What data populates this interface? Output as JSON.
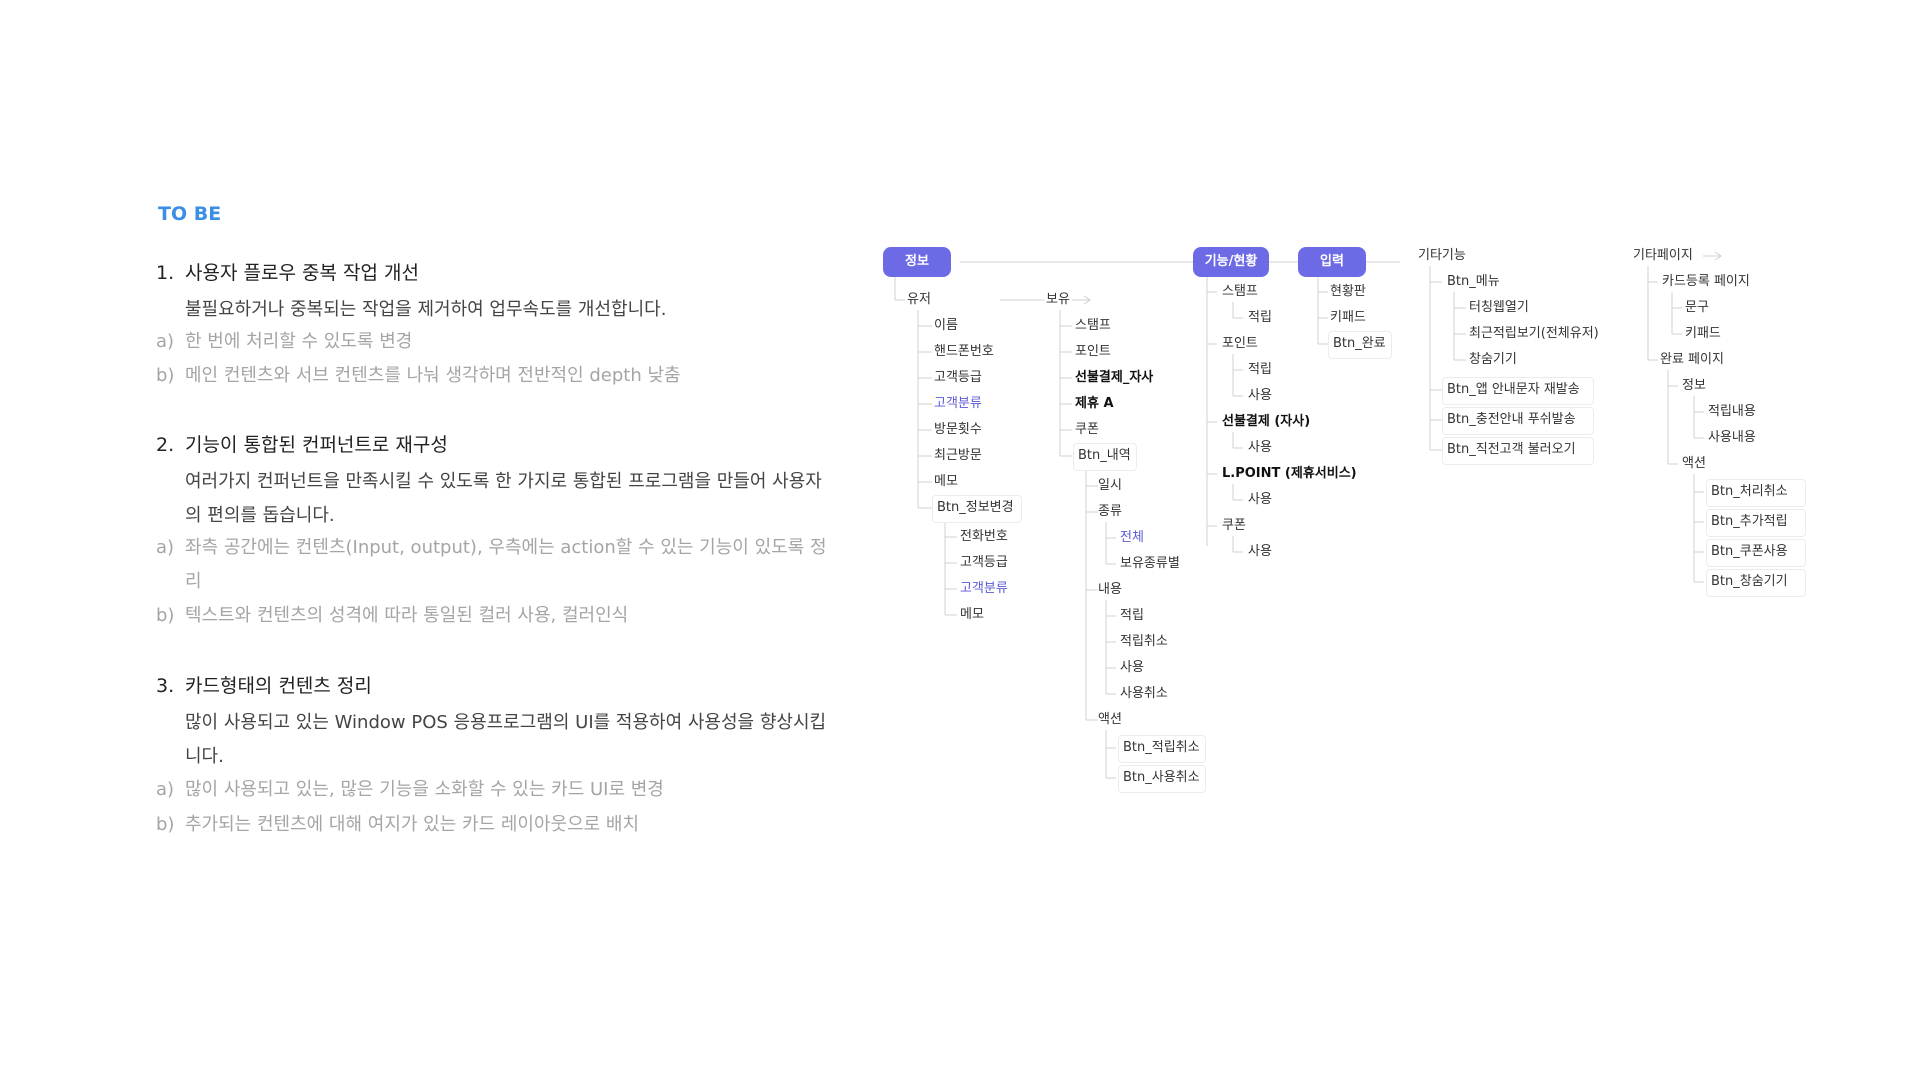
{
  "heading": "TO BE",
  "sections": [
    {
      "num": "1.",
      "title": "사용자 플로우 중복 작업 개선",
      "desc": "불필요하거나 중복되는 작업을 제거하여 업무속도를 개선합니다.",
      "items": [
        {
          "marker": "a)",
          "text": "한 번에 처리할 수 있도록 변경"
        },
        {
          "marker": "b)",
          "text": "메인 컨텐츠와 서브 컨텐츠를 나눠 생각하며 전반적인 depth 낮춤"
        }
      ]
    },
    {
      "num": "2.",
      "title": "기능이 통합된 컨퍼넌트로 재구성",
      "desc": "여러가지 컨퍼넌트을 만족시킬 수 있도록 한 가지로 통합된 프로그램을 만들어 사용자의 편의를 돕습니다.",
      "items": [
        {
          "marker": "a)",
          "text": "좌측 공간에는 컨텐츠(Input, output), 우측에는 action할 수 있는 기능이 있도록 정리"
        },
        {
          "marker": "b)",
          "text": "텍스트와 컨텐츠의 성격에 따라 통일된 컬러 사용, 컬러인식"
        }
      ]
    },
    {
      "num": "3.",
      "title": "카드형태의 컨텐츠 정리",
      "desc": "많이 사용되고 있는 Window POS 응용프로그램의 UI를 적용하여 사용성을 향상시킵니다.",
      "items": [
        {
          "marker": "a)",
          "text": "많이 사용되고 있는, 많은 기능을 소화할 수 있는 카드 UI로 변경"
        },
        {
          "marker": "b)",
          "text": "추가되는 컨텐츠에 대해 여지가 있는 카드 레이아웃으로 배치"
        }
      ]
    }
  ],
  "sitemap": {
    "colors": {
      "pill": "#6d6ae6",
      "highlight": "#5b5bd6",
      "line": "#d0d0d0"
    },
    "pills": [
      "정보",
      "기능/현황",
      "입력"
    ],
    "info": {
      "user": {
        "label": "유저",
        "items": [
          "이름",
          "핸드폰번호",
          "고객등급",
          "고객분류",
          "방문횟수",
          "최근방문",
          "메모",
          "Btn_정보변경"
        ],
        "change_items": [
          "전화번호",
          "고객등급",
          "고객분류",
          "메모"
        ]
      },
      "hold": {
        "label": "보유",
        "items": [
          "스탬프",
          "포인트",
          "선불결제_자사",
          "제휴 A",
          "쿠폰",
          "Btn_내역"
        ],
        "history": {
          "date": "일시",
          "kind": "종류",
          "kind_items": [
            "전체",
            "보유종류별"
          ],
          "content": "내용",
          "content_items": [
            "적립",
            "적립취소",
            "사용",
            "사용취소"
          ],
          "action": "액션",
          "action_items": [
            "Btn_적립취소",
            "Btn_사용취소"
          ]
        }
      }
    },
    "function": [
      {
        "label": "스탬프",
        "children": [
          "적립"
        ]
      },
      {
        "label": "포인트",
        "children": [
          "적립",
          "사용"
        ]
      },
      {
        "label": "선불결제 (자사)",
        "children": [
          "사용"
        ]
      },
      {
        "label": "L.POINT (제휴서비스)",
        "children": [
          "사용"
        ]
      },
      {
        "label": "쿠폰",
        "children": [
          "사용"
        ]
      }
    ],
    "input": [
      "현황판",
      "키패드",
      "Btn_완료"
    ],
    "etc_func": {
      "label": "기타기능",
      "menu": "Btn_메뉴",
      "menu_items": [
        "터칭웹열기",
        "최근적립보기(전체유저)",
        "창숨기기"
      ],
      "buttons": [
        "Btn_앱 안내문자 재발송",
        "Btn_충전안내 푸쉬발송",
        "Btn_직전고객 불러오기"
      ]
    },
    "etc_page": {
      "label": "기타페이지",
      "card": "카드등록 페이지",
      "card_items": [
        "문구",
        "키패드"
      ],
      "done": "완료 페이지",
      "info": "정보",
      "info_items": [
        "적립내용",
        "사용내용"
      ],
      "action": "액션",
      "action_items": [
        "Btn_처리취소",
        "Btn_추가적립",
        "Btn_쿠폰사용",
        "Btn_창숨기기"
      ]
    }
  }
}
